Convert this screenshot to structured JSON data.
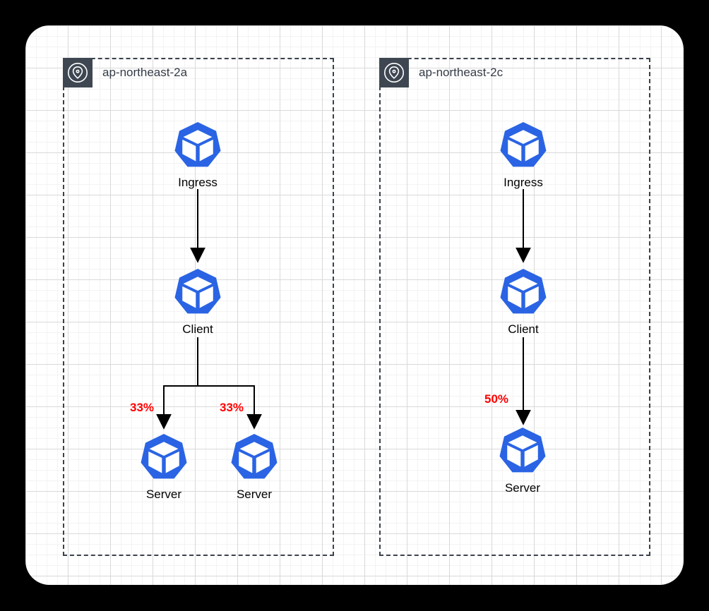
{
  "colors": {
    "page_background": "#000000",
    "canvas_background": "#ffffff",
    "grid_minor": "#f3f3f3",
    "grid_major": "#d9d9d9",
    "zone_border": "#3a414d",
    "zone_badge_background": "#3e4751",
    "node_blue": "#2a64e4",
    "arrow_black": "#000000",
    "weight_red": "#ff0000"
  },
  "zones": [
    {
      "label": "ap-northeast-2a",
      "nodes": [
        {
          "label": "Ingress"
        },
        {
          "label": "Client"
        },
        {
          "label": "Server"
        },
        {
          "label": "Server"
        }
      ],
      "weights": [
        {
          "value": "33%"
        },
        {
          "value": "33%"
        }
      ]
    },
    {
      "label": "ap-northeast-2c",
      "nodes": [
        {
          "label": "Ingress"
        },
        {
          "label": "Client"
        },
        {
          "label": "Server"
        }
      ],
      "weights": [
        {
          "value": "50%"
        }
      ]
    }
  ]
}
